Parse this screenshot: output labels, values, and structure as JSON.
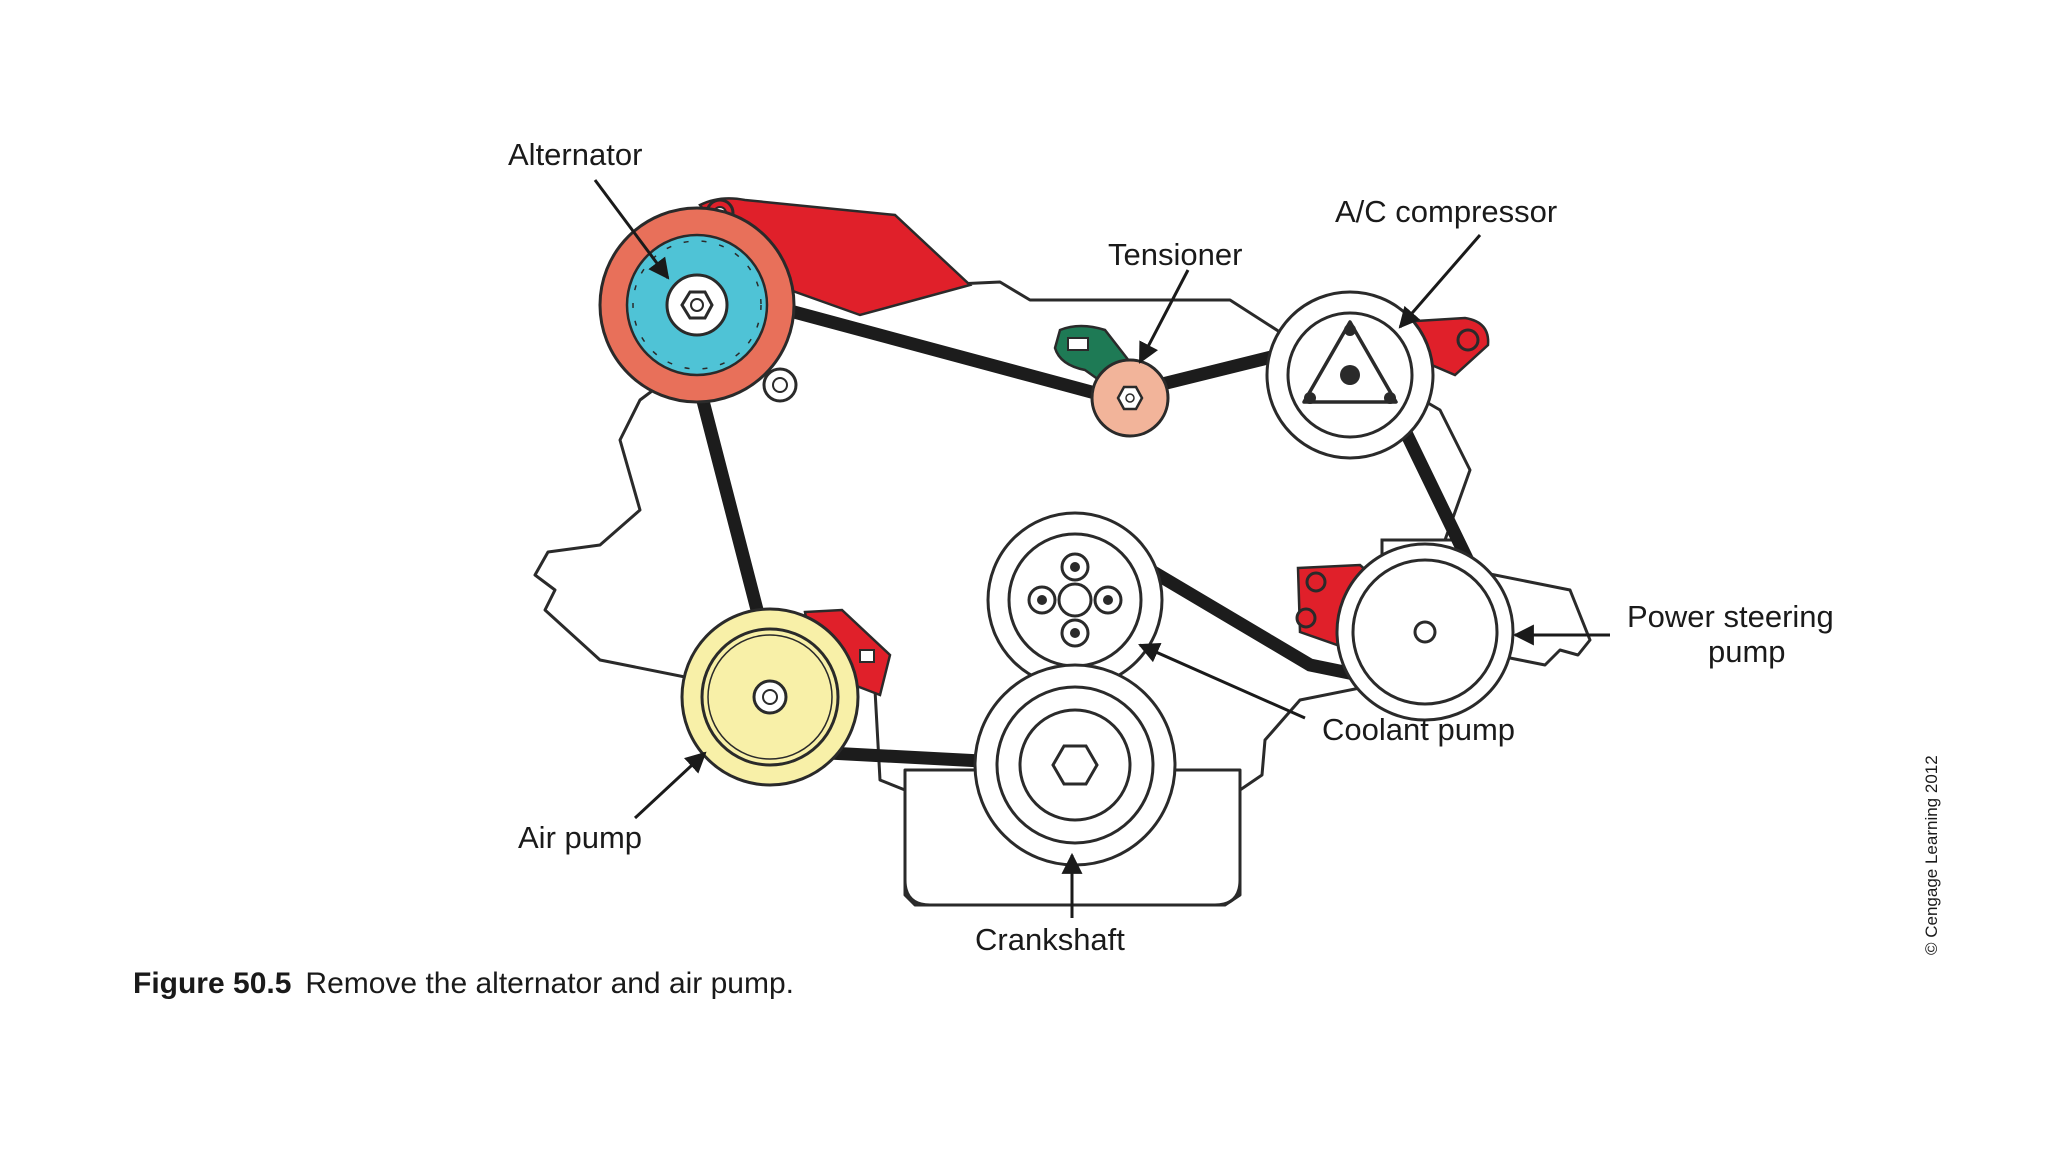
{
  "labels": {
    "alternator": "Alternator",
    "tensioner": "Tensioner",
    "ac_compressor": "A/C compressor",
    "power_steering_line1": "Power steering",
    "power_steering_line2": "pump",
    "coolant_pump": "Coolant pump",
    "air_pump": "Air pump",
    "crankshaft": "Crankshaft"
  },
  "caption": {
    "number": "Figure 50.5",
    "text": "Remove the alternator and air pump."
  },
  "copyright": "© Cengage Learning 2012",
  "colors": {
    "alternator_housing": "#e8705a",
    "alternator_core": "#4fc3d6",
    "bracket": "#e0202a",
    "tensioner_arm": "#1e7a55",
    "tensioner_pulley": "#f2b49a",
    "air_pump": "#f8f0a8",
    "belt": "#1c1c1c"
  }
}
